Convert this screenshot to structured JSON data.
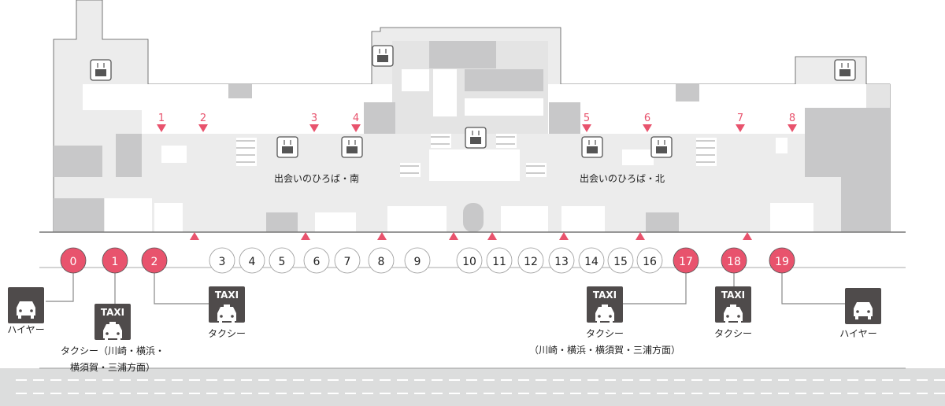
{
  "colors": {
    "accent": "#e8536d",
    "dark_block": "#c8c8c9",
    "floor": "#ececec",
    "icon": "#4f4b4b",
    "road": "#dcdddd"
  },
  "plazas": [
    {
      "label": "出会いのひろば・南"
    },
    {
      "label": "出会いのひろば・北"
    }
  ],
  "exits": [
    "1",
    "2",
    "3",
    "4",
    "5",
    "6",
    "7",
    "8"
  ],
  "bays": [
    {
      "number": "0",
      "highlight": true
    },
    {
      "number": "1",
      "highlight": true
    },
    {
      "number": "2",
      "highlight": true
    },
    {
      "number": "3",
      "highlight": false
    },
    {
      "number": "4",
      "highlight": false
    },
    {
      "number": "5",
      "highlight": false
    },
    {
      "number": "6",
      "highlight": false
    },
    {
      "number": "7",
      "highlight": false
    },
    {
      "number": "8",
      "highlight": false
    },
    {
      "number": "9",
      "highlight": false
    },
    {
      "number": "10",
      "highlight": false
    },
    {
      "number": "11",
      "highlight": false
    },
    {
      "number": "12",
      "highlight": false
    },
    {
      "number": "13",
      "highlight": false
    },
    {
      "number": "14",
      "highlight": false
    },
    {
      "number": "15",
      "highlight": false
    },
    {
      "number": "16",
      "highlight": false
    },
    {
      "number": "17",
      "highlight": true
    },
    {
      "number": "18",
      "highlight": true
    },
    {
      "number": "19",
      "highlight": true
    }
  ],
  "stands": [
    {
      "type": "hire",
      "icon": "hire-car-icon",
      "label_lines": [
        "ハイヤー"
      ]
    },
    {
      "type": "taxi",
      "icon": "taxi-icon",
      "sign": "TAXI",
      "label_lines": [
        "タクシー（川崎・横浜・",
        "横須賀・三浦方面）"
      ]
    },
    {
      "type": "taxi",
      "icon": "taxi-icon",
      "sign": "TAXI",
      "label_lines": [
        "タクシー"
      ]
    },
    {
      "type": "taxi",
      "icon": "taxi-icon",
      "sign": "TAXI",
      "label_lines": [
        "タクシー",
        "（川崎・横浜・横須賀・三浦方面）"
      ]
    },
    {
      "type": "taxi",
      "icon": "taxi-icon",
      "sign": "TAXI",
      "label_lines": [
        "タクシー"
      ]
    },
    {
      "type": "hire",
      "icon": "hire-car-icon",
      "label_lines": [
        "ハイヤー"
      ]
    }
  ]
}
